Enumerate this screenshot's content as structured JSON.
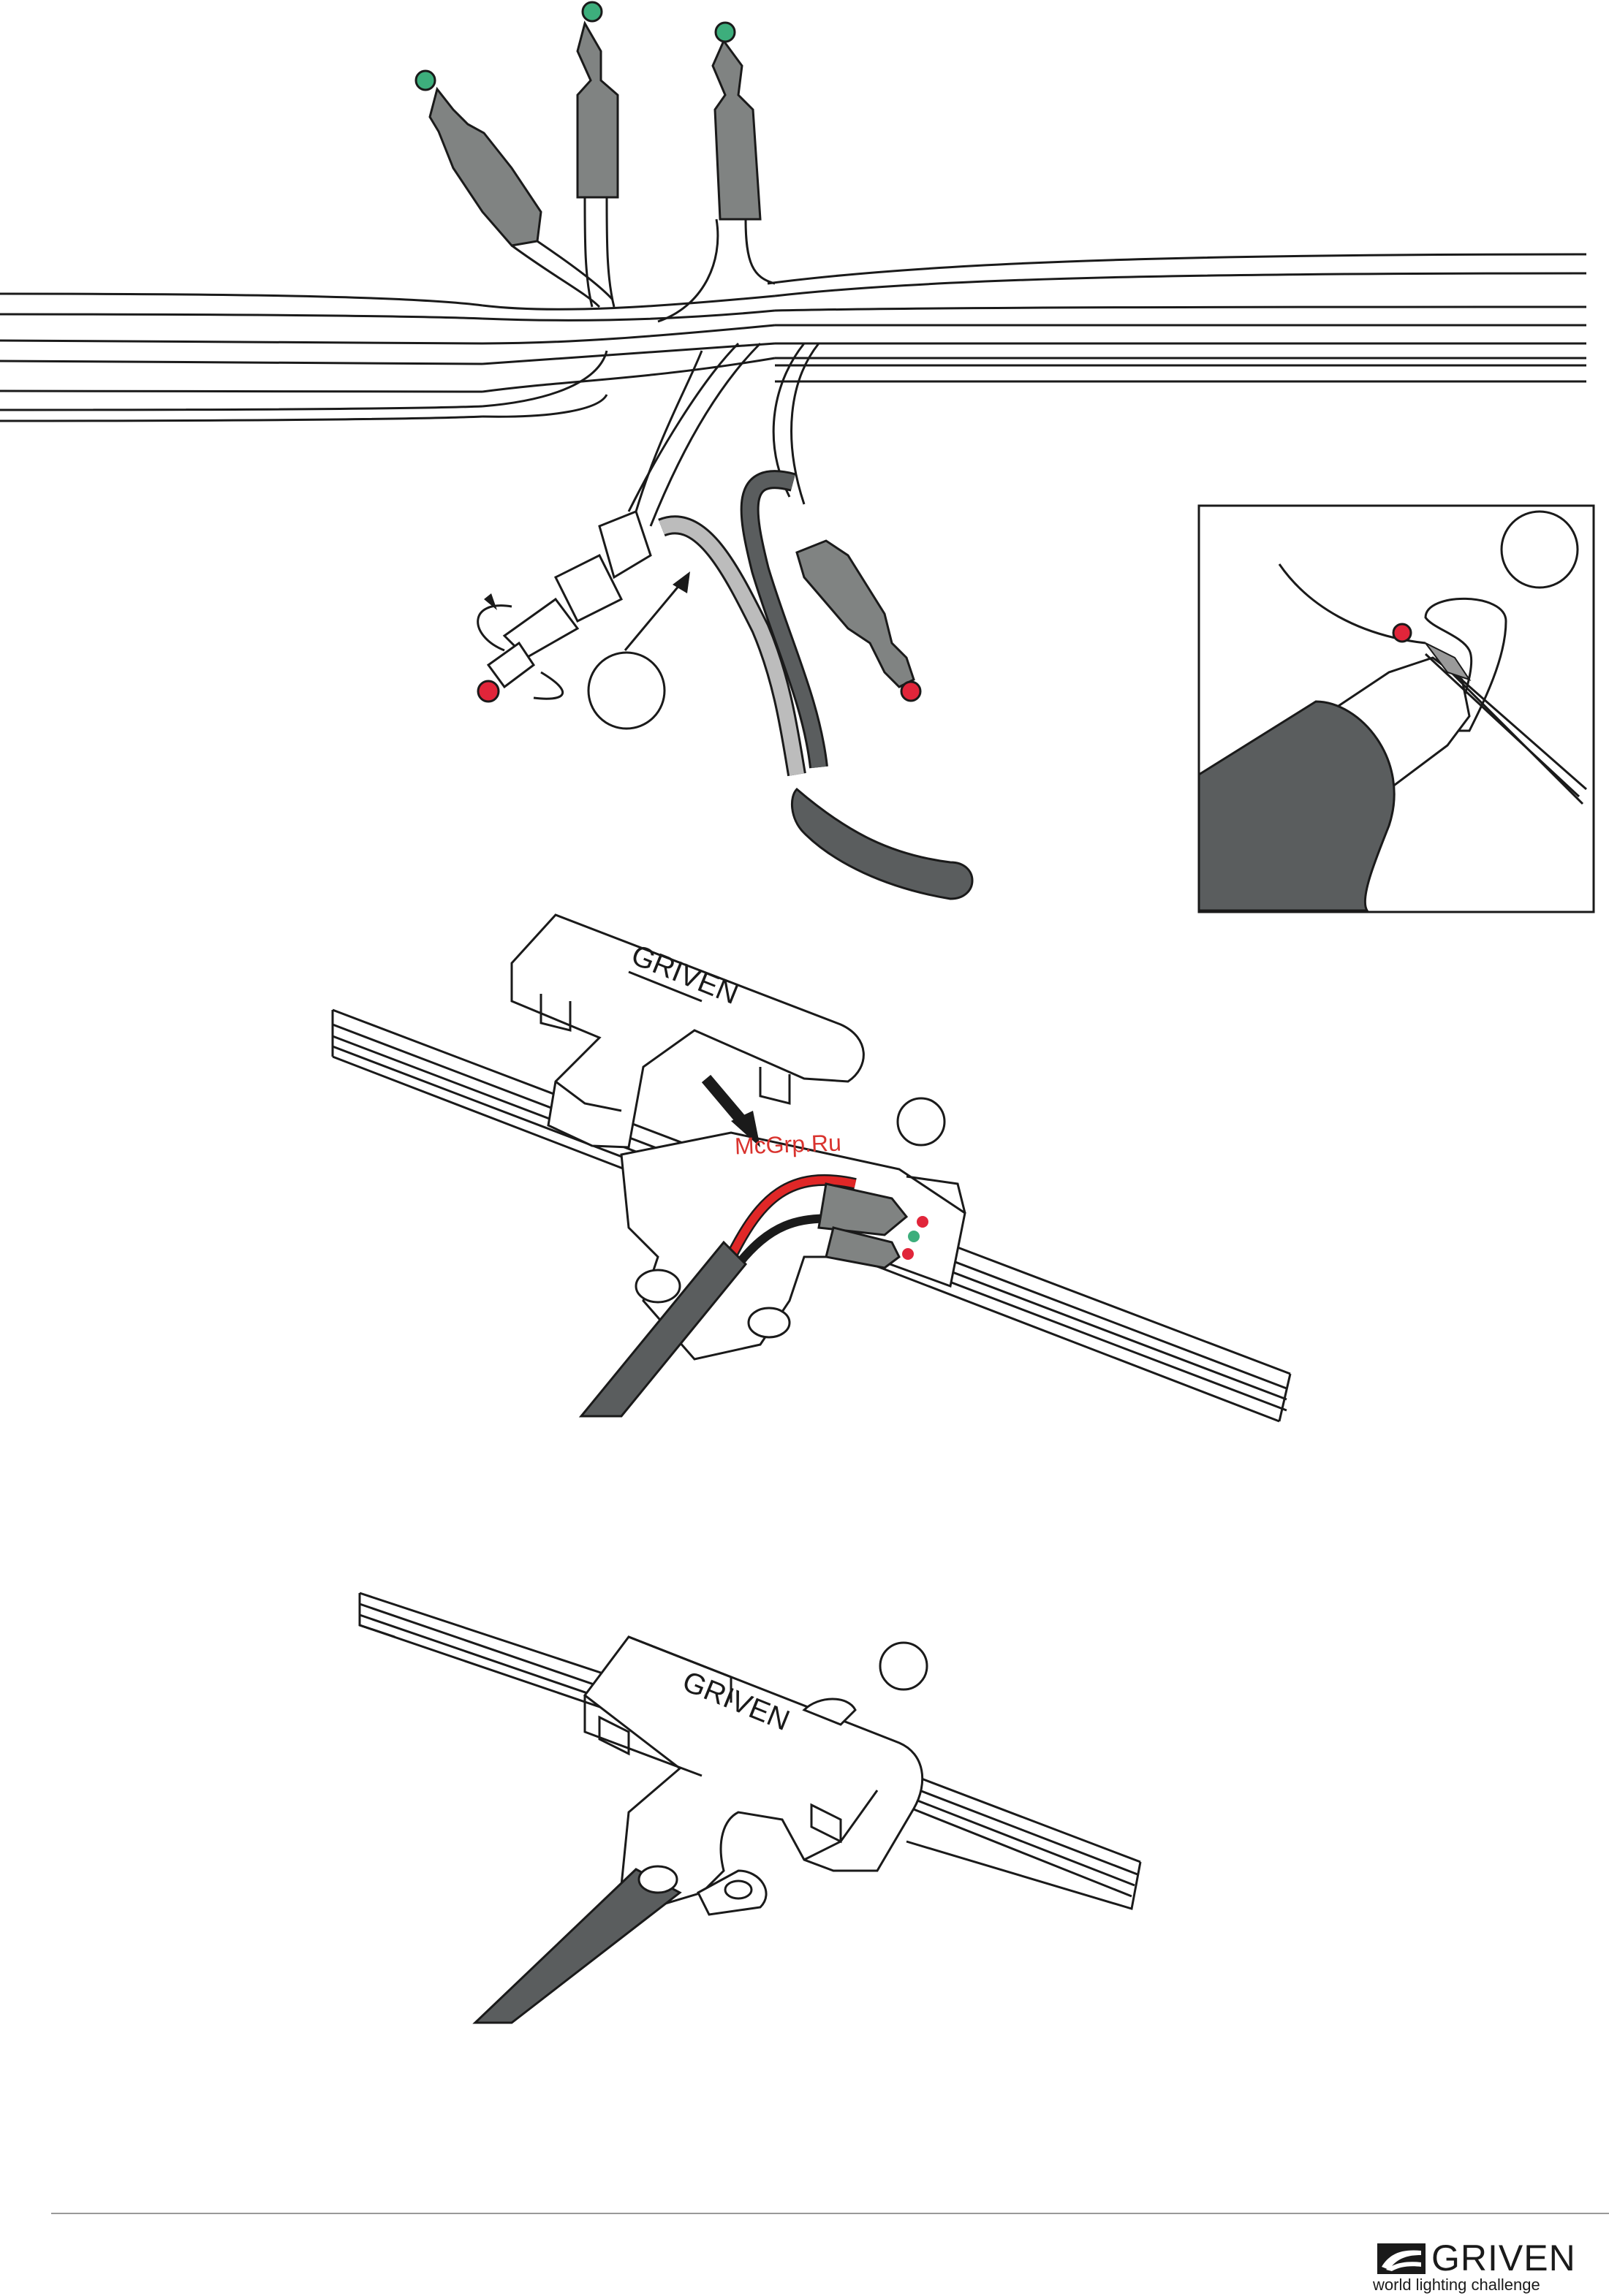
{
  "brand": {
    "name": "GRIVEN",
    "tagline": "world lighting challenge",
    "connector_mark": "GRIVEN"
  },
  "watermark": "McGrp.Ru",
  "colors": {
    "cable_grey": "#5a5d5e",
    "light_grey": "#bcbcbc",
    "tip_green": "#3dae7c",
    "tip_red": "#e1253a",
    "wire_red": "#e02727",
    "outline": "#1a1a1a"
  },
  "steps": [
    "",
    "",
    "",
    ""
  ],
  "icons": [
    "rotate-arrow-icon",
    "push-arrow-icon",
    "insert-arrow-icon",
    "griven-logo-icon"
  ]
}
